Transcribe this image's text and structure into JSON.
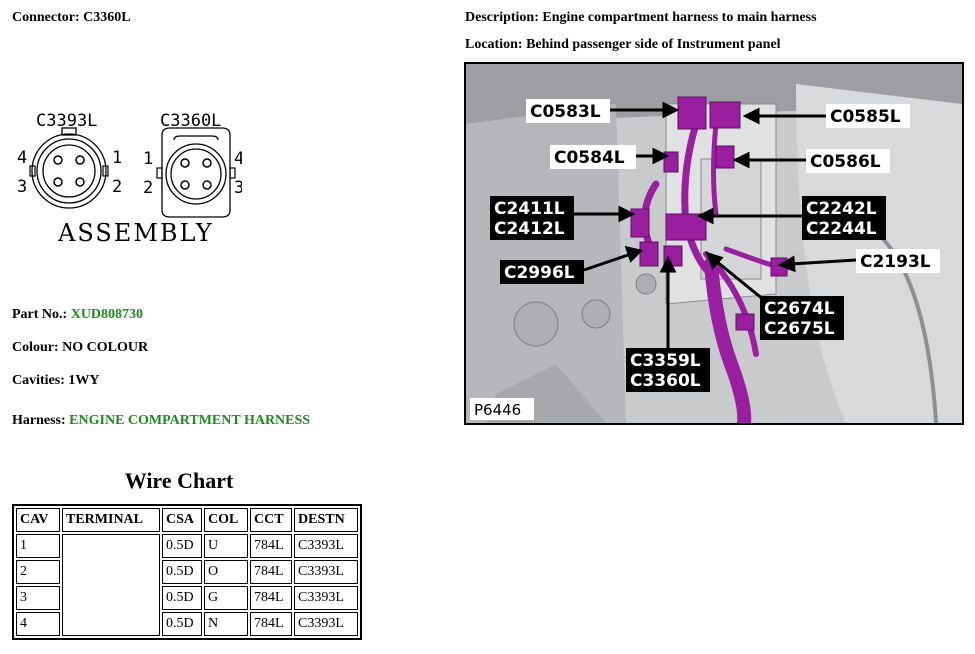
{
  "connector": {
    "label": "Connector:",
    "value": "C3360L"
  },
  "description": {
    "label": "Description:",
    "value": "Engine compartment harness to main harness"
  },
  "location": {
    "label": "Location:",
    "value": "Behind passenger side of Instrument panel"
  },
  "diagram": {
    "left_connector": "C3393L",
    "right_connector": "C3360L",
    "caption": "ASSEMBLY",
    "left_pins": [
      "4",
      "1",
      "3",
      "2"
    ],
    "right_pins": [
      "1",
      "4",
      "2",
      "3"
    ]
  },
  "part": {
    "label": "Part No.:",
    "value": "XUD808730"
  },
  "colour": {
    "label": "Colour:",
    "value": "NO COLOUR"
  },
  "cavities": {
    "label": "Cavities:",
    "value": "1WY"
  },
  "harness": {
    "label": "Harness:",
    "value": "ENGINE COMPARTMENT HARNESS"
  },
  "photo": {
    "id": "P6446",
    "callouts": [
      "C0583L",
      "C0585L",
      "C0584L",
      "C0586L",
      "C2411L",
      "C2412L",
      "C2242L",
      "C2244L",
      "C2996L",
      "C2193L",
      "C2674L",
      "C2675L",
      "C3359L",
      "C3360L"
    ]
  },
  "wire_chart": {
    "title": "Wire Chart",
    "headers": [
      "CAV",
      "TERMINAL",
      "CSA",
      "COL",
      "CCT",
      "DESTN"
    ],
    "rows": [
      {
        "cav": "1",
        "csa": "0.5D",
        "col": "U",
        "cct": "784L",
        "destn": "C3393L"
      },
      {
        "cav": "2",
        "csa": "0.5D",
        "col": "O",
        "cct": "784L",
        "destn": "C3393L"
      },
      {
        "cav": "3",
        "csa": "0.5D",
        "col": "G",
        "cct": "784L",
        "destn": "C3393L"
      },
      {
        "cav": "4",
        "csa": "0.5D",
        "col": "N",
        "cct": "784L",
        "destn": "C3393L"
      }
    ]
  },
  "colors": {
    "accent_green": "#1e8a1e",
    "harness_purple": "#9a1fa0"
  }
}
